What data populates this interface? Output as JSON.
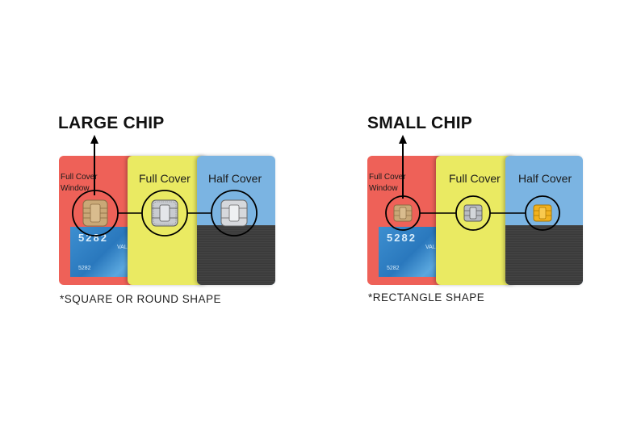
{
  "panels": [
    {
      "title": "LARGE CHIP",
      "window_label_line1": "Full Cover",
      "window_label_line2": "Window",
      "full_cover_label": "Full Cover",
      "half_cover_label": "Half Cover",
      "card_number": "5282",
      "card_small_text": "5282",
      "card_valid_text": "VALID THRU",
      "note": "*SQUARE OR ROUND SHAPE",
      "chip_size": "large"
    },
    {
      "title": "SMALL CHIP",
      "window_label_line1": "Full Cover",
      "window_label_line2": "Window",
      "full_cover_label": "Full Cover",
      "half_cover_label": "Half Cover",
      "card_number": "5282",
      "card_small_text": "5282",
      "card_valid_text": "VALID THRU",
      "note": "*RECTANGLE SHAPE",
      "chip_size": "small"
    }
  ],
  "colors": {
    "red_card": "#ee6158",
    "yellow_card": "#eaea62",
    "blue_card": "#7bb4e2",
    "gold_chip": "#c9a877",
    "silver_chip": "#b9bcc2",
    "bright_gold_chip": "#f2b21f"
  }
}
